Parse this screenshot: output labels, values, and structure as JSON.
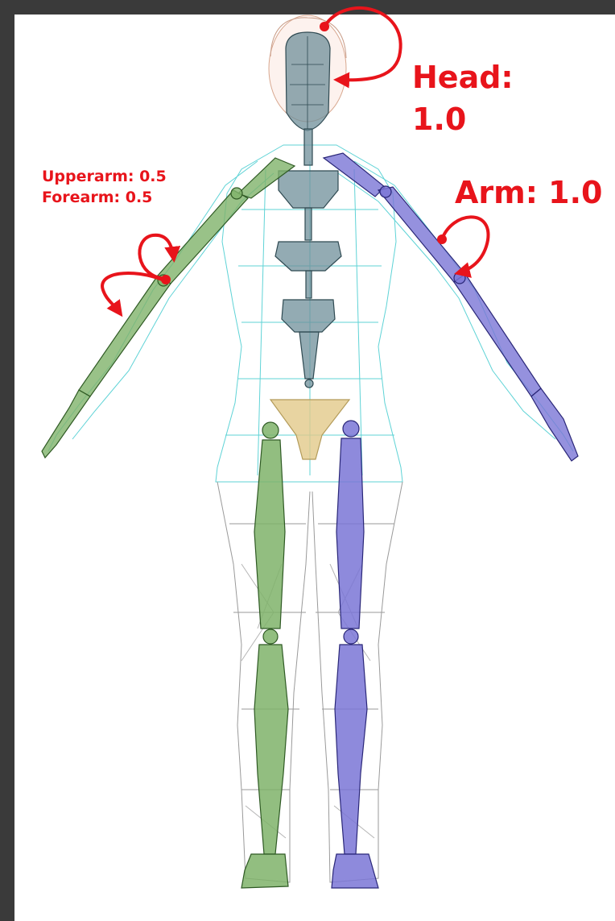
{
  "annotations": {
    "head": {
      "label": "Head:",
      "value": "1.0"
    },
    "arm": {
      "label": "Arm: 1.0"
    },
    "upperarm": {
      "label": "Upperarm: 0.5"
    },
    "forearm": {
      "label": "Forearm: 0.5"
    }
  },
  "colors": {
    "annotation": "#e8141b",
    "left_limb_bones": "#7fb36a",
    "right_limb_bones": "#7a76d6",
    "spine_bones": "#6f8f99",
    "pelvis_bone": "#e2c98a",
    "wireframe": "#5fd3d6",
    "frame": "#3a3a3a"
  }
}
